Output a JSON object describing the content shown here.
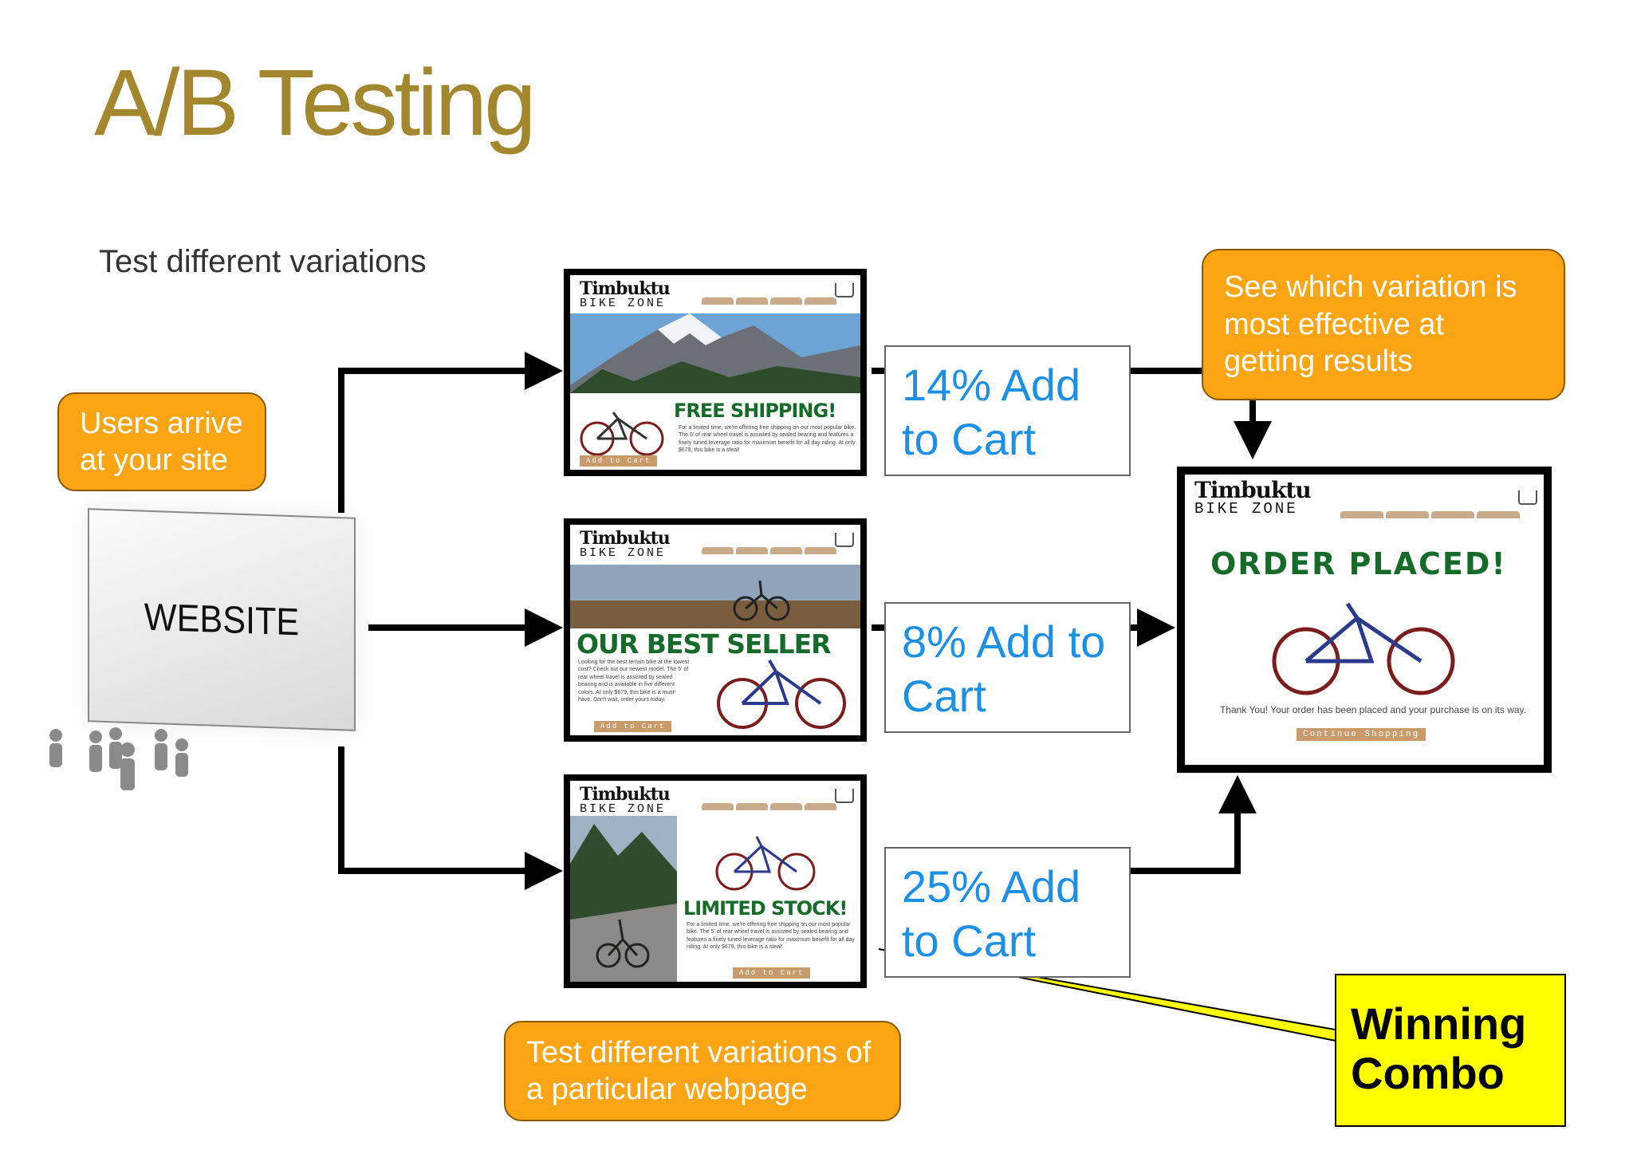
{
  "title": "A/B Testing",
  "subtitle": "Test different variations",
  "callouts": {
    "users": "Users arrive at your site",
    "see": "See which variation is most effective at getting results",
    "test": "Test different variations of a particular webpage"
  },
  "website_label": "WEBSITE",
  "stats": {
    "a": "14% Add to Cart",
    "b": "8% Add to Cart",
    "c": "25% Add to Cart"
  },
  "winner": "Winning Combo",
  "site": {
    "logo_line1": "Timbuktu",
    "logo_line2": "BIKE ZONE",
    "cart": "CART",
    "add_to_cart": "Add to Cart",
    "variant_a_headline": "FREE SHIPPING!",
    "variant_a_copy": "For a limited time, we're offering free shipping on our most popular bike. The 5' of rear wheel travel is assisted by sealed bearing and features a finely tuned leverage ratio for maximum benefit for all day riding. At only $679, this bike is a steal!",
    "variant_b_headline": "OUR BEST SELLER",
    "variant_b_copy": "Looking for the best terrain bike at the lowest cost? Check out our newest model. The 5' of rear wheel travel is assisted by sealed bearing and is available in five different colors. At only $679, this bike is a must-have. Don't wait, order yours today.",
    "variant_c_headline": "LIMITED STOCK!",
    "variant_c_copy": "For a limited time, we're offering free shipping on our most popular bike. The 5' of rear wheel travel is assisted by sealed bearing and features a finely tuned leverage ratio for maximum benefit for all day riding. At only $679, this bike is a steal!",
    "order_headline": "ORDER PLACED!",
    "order_copy": "Thank You! Your order has been placed and your purchase is on its way.",
    "continue": "Continue Shopping"
  },
  "colors": {
    "title": "#a3872f",
    "callout": "#fba515",
    "stat_text": "#1e90e3",
    "winner": "#ffff00",
    "headline_green": "#176b2a"
  }
}
